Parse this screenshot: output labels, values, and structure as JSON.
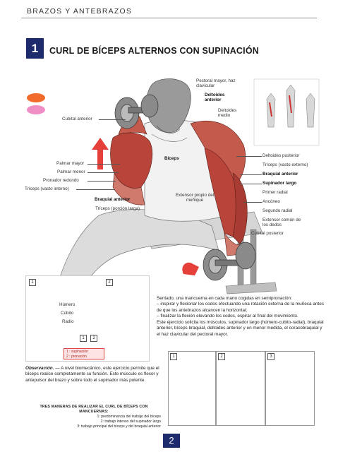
{
  "header": {
    "section": "BRAZOS Y ANTEBRAZOS"
  },
  "exercise": {
    "number": "1",
    "title": "CURL DE BÍCEPS ALTERNOS CON SUPINACIÓN"
  },
  "labels": {
    "pectoral": "Pectoral mayor, haz clavicular",
    "deltoides_anterior": "Deltoides anterior",
    "deltoides_medio": "Deltoides medio",
    "cubital_anterior": "Cubital anterior",
    "biceps": "Bíceps",
    "palmar_mayor": "Palmar mayor",
    "palmar_menor": "Palmar menor",
    "pronador_redondo": "Pronador redondo",
    "triceps_interno": "Tríceps (vasto interno)",
    "braquial_anterior_left": "Braquial anterior",
    "triceps_larga": "Tríceps (porción larga)",
    "extensor_menique": "Extensor propio del meñique",
    "deltoides_posterior": "Deltoides posterior",
    "triceps_externo": "Tríceps (vasto externo)",
    "braquial_anterior_right": "Braquial anterior",
    "supinador_largo": "Supinador largo",
    "primer_radial": "Primer radial",
    "anconeo": "Ancóneo",
    "segundo_radial": "Segundo radial",
    "extensor_comun": "Extensor común de los dedos",
    "cubital_posterior": "Cubital posterior"
  },
  "inset": {
    "frame1": "1",
    "frame2": "2",
    "humero": "Húmero",
    "cubito": "Cúbito",
    "radio": "Radio",
    "sub1": "1",
    "sub2": "2",
    "legend1": "1 : supinación",
    "legend2": "2 : pronación"
  },
  "description": [
    "Sentado, una mancuerna en cada mano cogidas en semipronación:",
    "– inspirar y flexionar los codos efectuando una rotación externa de la muñeca antes de que los antebrazos alcancen la horizontal;",
    "– finalizar la flexión elevando los codos, espirar al final del movimiento.",
    "Este ejercicio solicita los músculos, supinador largo (húmero-cubito-radial), braquial anterior, bíceps braquial, deltoides anterior y en menor medida, el coracobraquial y el haz clavicular del pectoral mayor."
  ],
  "observation": {
    "key": "Observación.",
    "text": " — A nivel biomecánico, este ejercicio permite que el bíceps realice completamente su función. Este músculo es flexor y antepulsor del brazo y sobre todo el supinador más potente."
  },
  "ways": {
    "title": "TRES MANERAS DE REALIZAR EL CURL DE BÍCEPS CON MANCUERNAS:",
    "items": [
      "1: predominancia del trabajo del bíceps",
      "2: trabajo intenso del supinador largo",
      "3: trabajo principal del bíceps y del braquial anterior"
    ]
  },
  "frames": [
    "1",
    "2",
    "3"
  ],
  "page": {
    "number": "2"
  },
  "colors": {
    "navy": "#1d2a6b",
    "muscle": "#b8443a",
    "orange": "#f26a2c",
    "pink": "#ee8ec4"
  }
}
